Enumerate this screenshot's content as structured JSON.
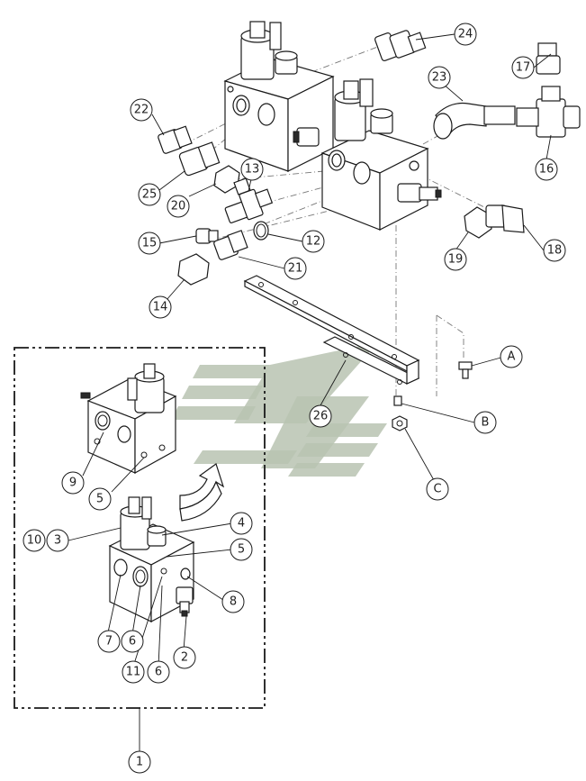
{
  "callouts": {
    "c24": "24",
    "c17": "17",
    "c23": "23",
    "c22": "22",
    "c16": "16",
    "c25": "25",
    "c13": "13",
    "c20": "20",
    "c15": "15",
    "c12": "12",
    "c19": "19",
    "c18": "18",
    "c21": "21",
    "c14": "14",
    "cA": "A",
    "cB": "B",
    "c26": "26",
    "cC": "C",
    "c9": "9",
    "c5a": "5",
    "c10": "10",
    "c3": "3",
    "c4": "4",
    "c5b": "5",
    "c8": "8",
    "c7": "7",
    "c6a": "6",
    "c11": "11",
    "c6b": "6",
    "c2": "2",
    "c1": "1"
  },
  "colors": {
    "line": "#1a1a1a",
    "watermark": "#b9c3b2",
    "background": "#ffffff"
  }
}
